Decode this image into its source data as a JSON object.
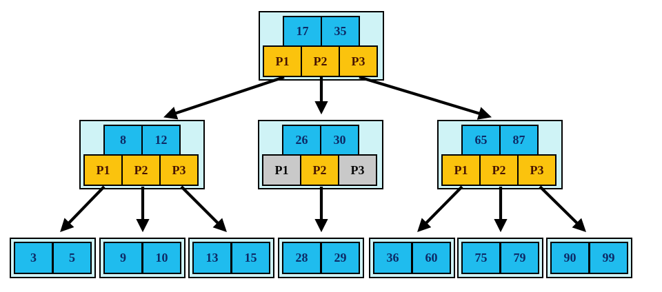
{
  "diagram_type": "b-plus-tree-search",
  "colors": {
    "node_bg": "#cff3f6",
    "key_bg": "#1fbcee",
    "ptr_bg": "#fbc30d",
    "ptr_off_bg": "#c9c9c9",
    "key_text": "#0d2a66",
    "ptr_text": "#471403",
    "arrow": "#000000"
  },
  "tree": {
    "root": {
      "keys": [
        "17",
        "35"
      ],
      "pointers": [
        "P1",
        "P2",
        "P3"
      ]
    },
    "internal": [
      {
        "keys": [
          "8",
          "12"
        ],
        "pointers": [
          "P1",
          "P2",
          "P3"
        ]
      },
      {
        "keys": [
          "26",
          "30"
        ],
        "pointers": [
          "P1",
          "P2",
          "P3"
        ]
      },
      {
        "keys": [
          "65",
          "87"
        ],
        "pointers": [
          "P1",
          "P2",
          "P3"
        ]
      }
    ],
    "leaves": [
      [
        "3",
        "5"
      ],
      [
        "9",
        "10"
      ],
      [
        "13",
        "15"
      ],
      [
        "28",
        "29"
      ],
      [
        "36",
        "60"
      ],
      [
        "75",
        "79"
      ],
      [
        "90",
        "99"
      ]
    ]
  }
}
